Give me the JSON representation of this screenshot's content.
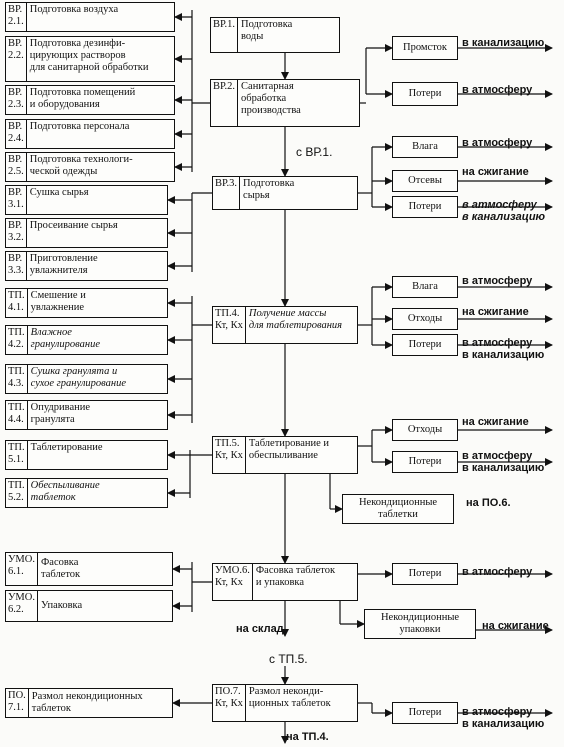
{
  "left_steps": [
    {
      "code": "ВР.\n2.1.",
      "text": "Подготовка воздуха"
    },
    {
      "code": "ВР.\n2.2.",
      "text": "Подготовка дезинфи-\nцирующих растворов\nдля санитарной обработки"
    },
    {
      "code": "ВР.\n2.3.",
      "text": "Подготовка помещений\nи оборудования"
    },
    {
      "code": "ВР.\n2.4.",
      "text": "Подготовка персонала"
    },
    {
      "code": "ВР.\n2.5.",
      "text": "Подготовка технологи-\nческой одежды"
    },
    {
      "code": "ВР.\n3.1.",
      "text": "Сушка сырья"
    },
    {
      "code": "ВР.\n3.2.",
      "text": "Просеивание сырья"
    },
    {
      "code": "ВР.\n3.3.",
      "text": "Приготовление\nувлажнителя"
    },
    {
      "code": "ТП.\n4.1.",
      "text": "Смешение и\nувлажнение"
    },
    {
      "code": "ТП.\n4.2.",
      "text": "Влажное\nгранулирование"
    },
    {
      "code": "ТП.\n4.3.",
      "text": "Сушка гранулята и\nсухое гранулирование"
    },
    {
      "code": "ТП.\n4.4.",
      "text": "Опудривание\nгранулята"
    },
    {
      "code": "ТП.\n5.1.",
      "text": "Таблетирование"
    },
    {
      "code": "ТП.\n5.2.",
      "text": "Обеспыливание\nтаблеток"
    },
    {
      "code": "УМО.\n6.1.",
      "text": "Фасовка\nтаблеток"
    },
    {
      "code": "УМО.\n6.2.",
      "text": "Упаковка"
    },
    {
      "code": "ПО.\n7.1.",
      "text": "Размол некондиционных\nтаблеток"
    }
  ],
  "main_steps": [
    {
      "code": "ВР.1.",
      "text": "Подготовка\nводы"
    },
    {
      "code": "ВР.2.",
      "text": "Санитарная\nобработка\nпроизводства"
    },
    {
      "code": "ВР.3.",
      "text": "Подготовка\nсырья"
    },
    {
      "code": "ТП.4.\nКт, Кх",
      "text": "Получение массы\nдля таблетирования"
    },
    {
      "code": "ТП.5.\nКт, Кх",
      "text": "Таблетирование и\nобеспыливание"
    },
    {
      "code": "УМО.6.\nКт, Кх",
      "text": "Фасовка таблеток\nи упаковка"
    },
    {
      "code": "ПО.7.\nКт, Кх",
      "text": "Размол неконди-\nционных таблеток"
    }
  ],
  "outputs": [
    {
      "name": "Промсток",
      "dest": "в канализацию"
    },
    {
      "name": "Потери",
      "dest": "в атмосферу"
    },
    {
      "name": "Влага",
      "dest": "в атмосферу"
    },
    {
      "name": "Отсевы",
      "dest": "на сжигание"
    },
    {
      "name": "Потери",
      "dest": "в атмосферу\nв канализацию"
    },
    {
      "name": "Влага",
      "dest": "в атмосферу"
    },
    {
      "name": "Отходы",
      "dest": "на сжигание"
    },
    {
      "name": "Потери",
      "dest": "в атмосферу\nв канализацию"
    },
    {
      "name": "Отходы",
      "dest": "на сжигание"
    },
    {
      "name": "Потери",
      "dest": "в атмосферу\nв канализацию"
    },
    {
      "name": "Некондиционные\nтаблетки",
      "dest": "на ПО.6."
    },
    {
      "name": "Потери",
      "dest": "в атмосферу"
    },
    {
      "name": "Некондиционные\nупаковки",
      "dest": "на сжигание"
    },
    {
      "name": "Потери",
      "dest": "в атмосферу\nв канализацию"
    }
  ],
  "flow_notes": {
    "from_vr1": "с ВР.1.",
    "to_warehouse": "на склад",
    "from_tp5": "с ТП.5.",
    "to_tp4": "на ТП.4."
  }
}
